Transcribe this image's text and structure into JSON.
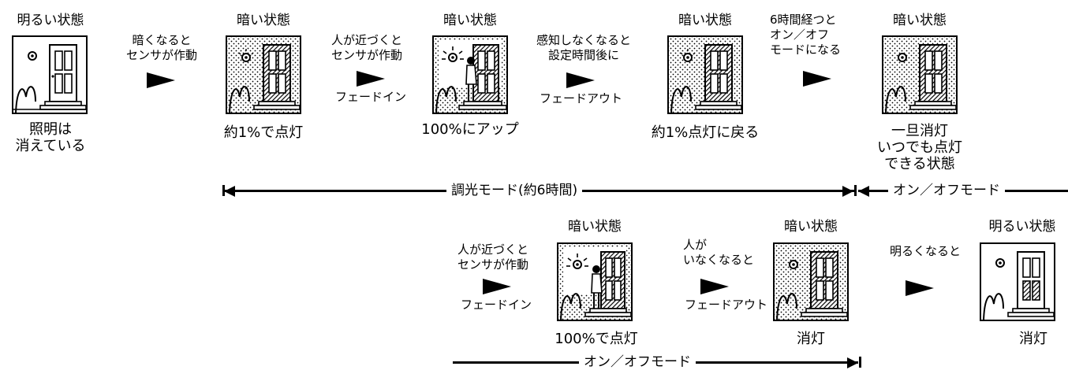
{
  "row1": {
    "states": [
      {
        "state": "明るい状態",
        "caption": [
          "照明は",
          "消えている"
        ]
      },
      {
        "state": "暗い状態",
        "caption": [
          "約1%で点灯"
        ]
      },
      {
        "state": "暗い状態",
        "caption": [
          "100%にアップ"
        ]
      },
      {
        "state": "暗い状態",
        "caption": [
          "約1%点灯に戻る"
        ]
      },
      {
        "state": "暗い状態",
        "caption": [
          "一旦消灯",
          "いつでも点灯",
          "できる状態"
        ]
      }
    ],
    "transitions": [
      {
        "above": [
          "暗くなると",
          "センサが作動"
        ],
        "below": ""
      },
      {
        "above": [
          "人が近づくと",
          "センサが作動"
        ],
        "below": "フェードイン"
      },
      {
        "above": [
          "感知しなくなると",
          "設定時間後に"
        ],
        "below": "フェードアウト"
      },
      {
        "above": [
          "6時間経つと",
          "オン／オフ",
          "モードになる"
        ],
        "below": ""
      }
    ],
    "modes": [
      "調光モード(約6時間)",
      "オン／オフモード"
    ]
  },
  "row2": {
    "states": [
      {
        "state": "暗い状態",
        "caption": [
          "100%で点灯"
        ]
      },
      {
        "state": "暗い状態",
        "caption": [
          "消灯"
        ]
      },
      {
        "state": "明るい状態",
        "caption": [
          "消灯"
        ]
      }
    ],
    "transitions": [
      {
        "above": [
          "人が近づくと",
          "センサが作動"
        ],
        "below": "フェードイン"
      },
      {
        "above": [
          "人が",
          "いなくなると"
        ],
        "below": "フェードアウト"
      },
      {
        "above": [
          "明るくなると"
        ],
        "below": ""
      }
    ],
    "modes": [
      "オン／オフモード"
    ]
  }
}
